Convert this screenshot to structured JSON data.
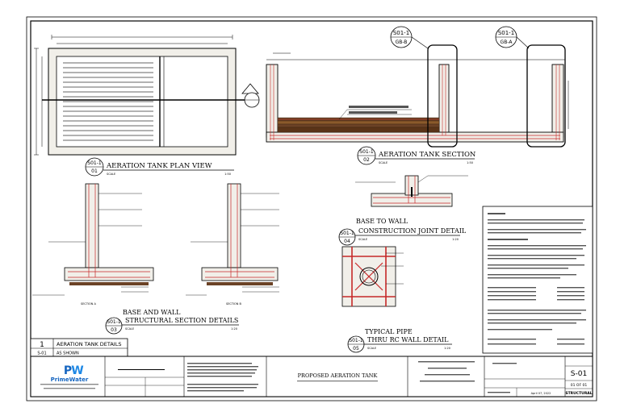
{
  "views": {
    "plan": {
      "title": "AERATION TANK PLAN VIEW",
      "sheet": "S01-1",
      "num": "01",
      "scale_label": "SCALE",
      "scale_value": "1:50"
    },
    "section": {
      "title": "AERATION TANK SECTION",
      "sheet": "S01-1",
      "num": "02",
      "scale_label": "SCALE",
      "scale_value": "1:50"
    },
    "joint": {
      "title1": "BASE TO WALL",
      "title2": "CONSTRUCTION JOINT DETAIL",
      "sheet": "S01-1",
      "num": "04",
      "scale_label": "SCALE",
      "scale_value": "1:20"
    },
    "base_wall": {
      "title1": "BASE AND WALL",
      "title2": "STRUCTURAL SECTION DETAILS",
      "sheet": "S01-1",
      "num": "03",
      "scale_label": "SCALE",
      "scale_value": "1:20"
    },
    "pipe": {
      "title1": "TYPICAL PIPE",
      "title2": "THRU RC WALL DETAIL",
      "sheet": "S01-1",
      "num": "05",
      "scale_label": "SCALE",
      "scale_value": "1:20"
    }
  },
  "callouts": [
    {
      "sheet": "S01-1",
      "code": "GB-B"
    },
    {
      "sheet": "S01-1",
      "code": "GB-A"
    }
  ],
  "section_labels": {
    "left": "SECTION A",
    "right": "SECTION B"
  },
  "drawing_block": {
    "number": "1",
    "title": "AERATION TANK DETAILS",
    "sheet": "S-01",
    "scale": "AS SHOWN"
  },
  "title_block": {
    "logo_text": "PrimeWater",
    "project_title": "PROPOSED AERATION TANK",
    "sheet_number": "S-01",
    "sheet_count": "01 OF 01",
    "discipline": "STRUCTURAL",
    "date": "April 07, 2022"
  }
}
